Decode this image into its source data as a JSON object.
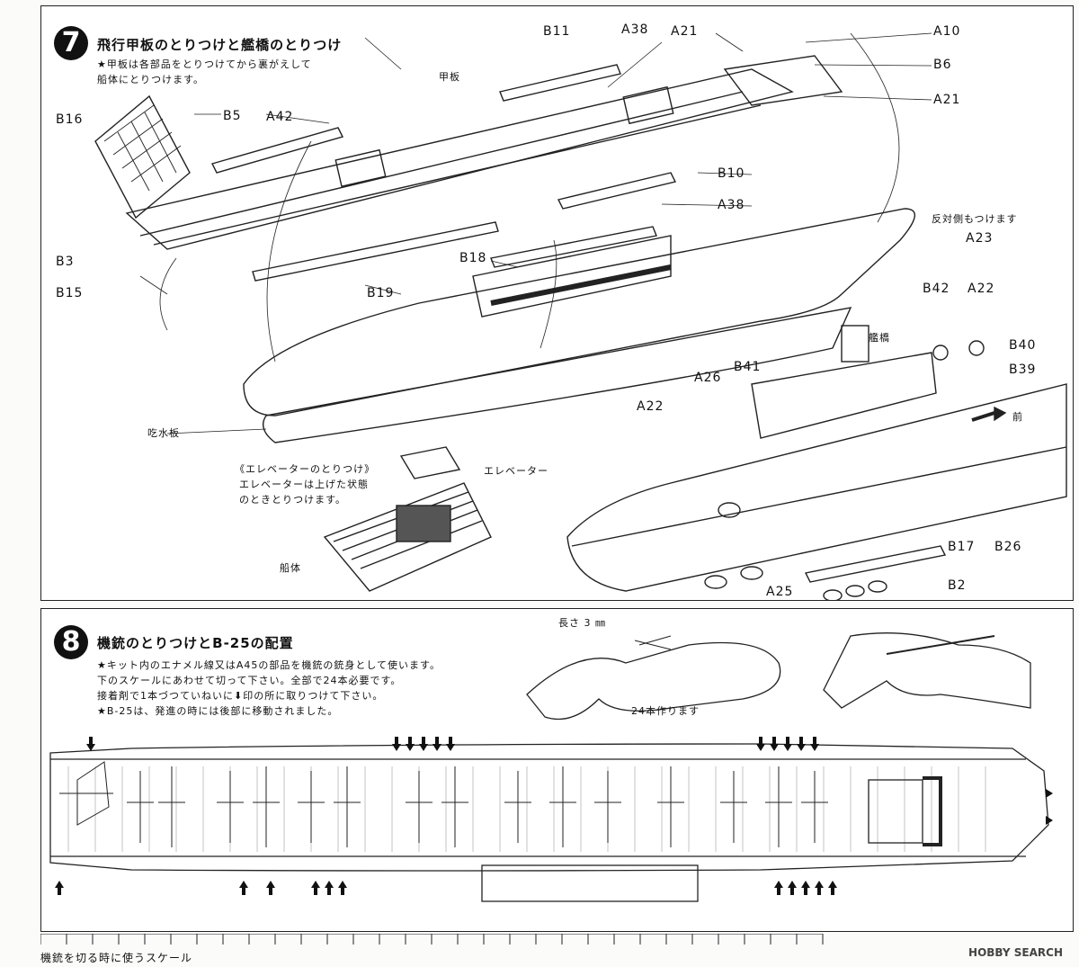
{
  "step7": {
    "number": "7",
    "title": "飛行甲板のとりつけと艦橋のとりつけ",
    "note_lines": [
      "★甲板は各部品をとりつけてから裏がえして",
      "船体にとりつけます。"
    ],
    "labels": {
      "B11": "B11",
      "A38a": "A38",
      "A21a": "A21",
      "A10": "A10",
      "B6": "B6",
      "A21b": "A21",
      "kanpan": "甲板",
      "B16": "B16",
      "B5": "B5",
      "A42": "A42",
      "B10": "B10",
      "A38b": "A38",
      "B3": "B3",
      "B15": "B15",
      "B18": "B18",
      "B19": "B19",
      "hantai": "反対側もつけます",
      "A23": "A23",
      "B42": "B42",
      "A22a": "A22",
      "B40": "B40",
      "B39": "B39",
      "kankyo": "艦橋",
      "A26": "A26",
      "B41": "B41",
      "A22b": "A22",
      "mae": "前",
      "kissui": "吃水板",
      "elev": "エレベーター",
      "B17": "B17",
      "B26": "B26",
      "A25": "A25",
      "B2": "B2",
      "sentai": "船体"
    },
    "elevator_note": [
      "《エレベーターのとりつけ》",
      "エレベーターは上げた状態",
      "のときとりつけます。"
    ]
  },
  "step8": {
    "number": "8",
    "title": "機銃のとりつけとB-25の配置",
    "note_lines": [
      "★キット内のエナメル線又はA45の部品を機銃の銃身として使います。",
      "下のスケールにあわせて切って下さい。全部で24本必要です。",
      "接着剤で1本づつていねいに⬇印の所に取りつけて下さい。",
      "★B-25は、発進の時には後部に移動されました。"
    ],
    "length_label": "長さ 3 ㎜",
    "count_label": "24本作ります"
  },
  "scale_caption": "機銃を切る時に使うスケール",
  "watermark": "HOBBY SEARCH"
}
